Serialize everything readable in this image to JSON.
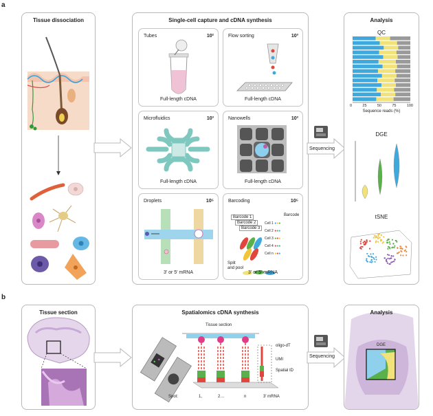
{
  "panel_a": {
    "letter": "a",
    "tissue_dissociation": {
      "title": "Tissue dissociation"
    },
    "capture": {
      "title": "Single-cell capture and cDNA synthesis",
      "methods": [
        {
          "name": "Tubes",
          "count": "10²",
          "caption": "Full-length cDNA"
        },
        {
          "name": "Flow sorting",
          "count": "10³",
          "caption": "Full-length cDNA"
        },
        {
          "name": "Microfluidics",
          "count": "10³",
          "caption": "Full-length cDNA"
        },
        {
          "name": "Nanowells",
          "count": "10³",
          "caption": "Full-length cDNA"
        },
        {
          "name": "Droplets",
          "count": "10⁵",
          "caption": "3′ or 5′ mRNA"
        },
        {
          "name": "Barcoding",
          "count": "10⁵",
          "caption": "3′ or 5′ mRNA"
        }
      ],
      "barcoding": {
        "barcodes": [
          "Barcode 1",
          "Barcode 2",
          "Barcode 3"
        ],
        "barcode_header": "Barcode",
        "cells": [
          "Cell 1",
          "Cell 2",
          "Cell 3",
          "Cell 4",
          "Cell n"
        ],
        "split_pool": "Split\nand pool"
      }
    },
    "sequencing_label": "Sequencing",
    "analysis": {
      "title": "Analysis",
      "qc": {
        "title": "QC",
        "xticks": [
          "0",
          "25",
          "50",
          "75",
          "100"
        ],
        "xlabel": "Sequence reads (%)"
      },
      "dge": {
        "title": "DGE"
      },
      "tsne": {
        "title": "tSNE"
      }
    }
  },
  "panel_b": {
    "letter": "b",
    "tissue_section": {
      "title": "Tissue section"
    },
    "spatial": {
      "title": "Spatialomics cDNA synthesis",
      "tissue_section_label": "Tissue section",
      "labels": [
        "oligo-dT",
        "UMI",
        "Spatial ID"
      ],
      "spot_label": "Spot:",
      "spots": [
        "1,",
        "2…",
        "n"
      ],
      "mrna_label": "3′ mRNA"
    },
    "sequencing_label": "Sequencing",
    "analysis": {
      "title": "Analysis",
      "dge_label": "DGE"
    }
  },
  "colors": {
    "accent_blue": "#3fa9dd",
    "yellow": "#f2e27a",
    "green": "#5ab04a",
    "red": "#e0463c",
    "pink": "#e44f8c",
    "teal": "#7ec8c0",
    "grey_border": "#b8b8b8"
  }
}
